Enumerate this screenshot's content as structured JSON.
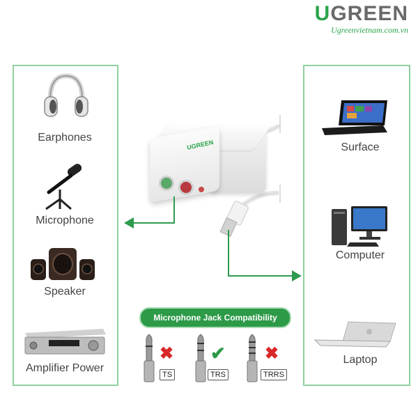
{
  "brand": {
    "logo_u": "U",
    "logo_rest": "GREEN",
    "site": "Ugreenvietnam.com.vn",
    "product_logo": "UGREEN"
  },
  "left_devices": [
    {
      "label": "Earphones",
      "icon": "headphones-icon"
    },
    {
      "label": "Microphone",
      "icon": "microphone-icon"
    },
    {
      "label": "Speaker",
      "icon": "speaker-icon"
    },
    {
      "label": "Amplifier Power",
      "icon": "amplifier-icon"
    }
  ],
  "right_devices": [
    {
      "label": "Surface",
      "icon": "tablet-icon"
    },
    {
      "label": "Computer",
      "icon": "computer-icon"
    },
    {
      "label": "Laptop",
      "icon": "laptop-icon"
    }
  ],
  "compatibility": {
    "title": "Microphone Jack Compatibility",
    "jacks": [
      {
        "type": "TS",
        "compatible": false
      },
      {
        "type": "TRS",
        "compatible": true
      },
      {
        "type": "TRRS",
        "compatible": false
      }
    ]
  },
  "colors": {
    "brand_green": "#2aa44a",
    "panel_border": "#8fcf9f",
    "check_green": "#2d9a48",
    "cross_red": "#d8282a"
  }
}
